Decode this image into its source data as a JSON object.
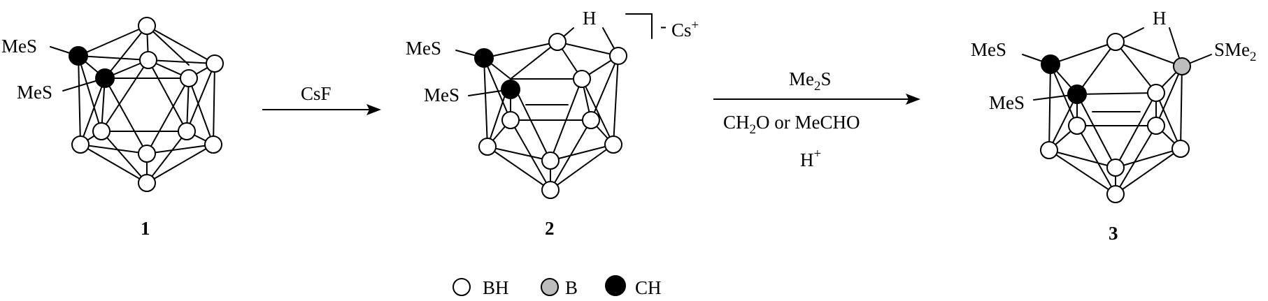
{
  "compounds": [
    {
      "number": "1",
      "substituents": [
        "MeS",
        "MeS"
      ]
    },
    {
      "number": "2",
      "substituents": [
        "MeS",
        "MeS"
      ],
      "bridge_h": "H",
      "charge": "-",
      "counter_ion": "Cs",
      "counter_ion_charge": "+"
    },
    {
      "number": "3",
      "substituents": [
        "MeS",
        "MeS"
      ],
      "bridge_h": "H",
      "right_group": "SMe",
      "right_group_sub": "2"
    }
  ],
  "arrows": [
    {
      "above": "CsF"
    },
    {
      "reagent1": "Me",
      "reagent1_sub": "2",
      "reagent1_tail": "S",
      "reagent2_a": "CH",
      "reagent2_sub": "2",
      "reagent2_b": "O or MeCHO",
      "reagent3": "H",
      "reagent3_sup": "+"
    }
  ],
  "legend": [
    {
      "label": "BH",
      "color": "#ffffff"
    },
    {
      "label": "B",
      "color": "#bdbdbd"
    },
    {
      "label": "CH",
      "color": "#000000"
    }
  ],
  "colors": {
    "bh": "#ffffff",
    "b": "#bdbdbd",
    "ch": "#000000",
    "line": "#000000"
  }
}
